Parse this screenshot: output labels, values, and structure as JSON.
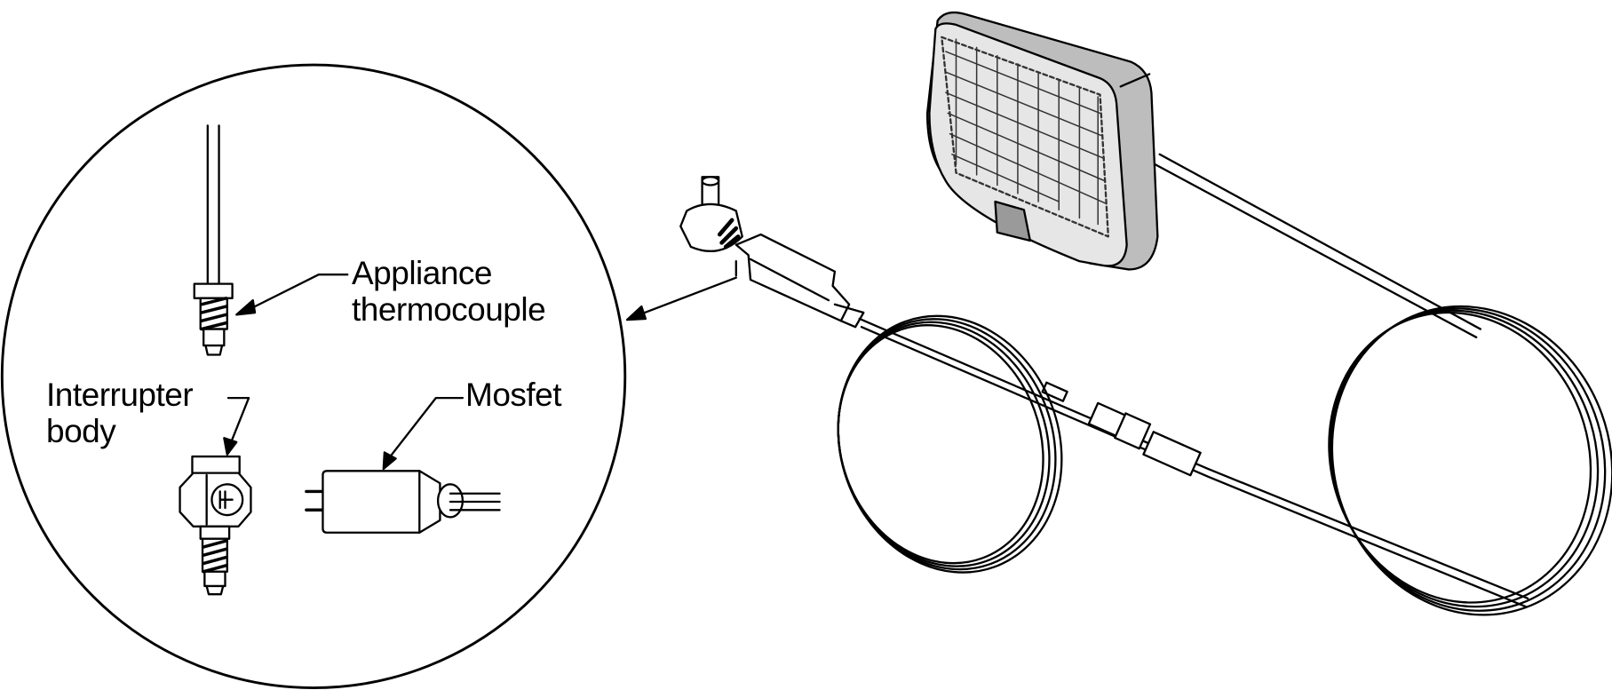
{
  "labels": {
    "appliance_line1": "Appliance",
    "appliance_line2": "thermocouple",
    "interrupter_line1": "Interrupter",
    "interrupter_line2": "body",
    "mosfet": "Mosfet"
  },
  "colors": {
    "line": "#000000",
    "panel_fill": "#e6e6e6",
    "panel_side": "#bdbdbd"
  }
}
